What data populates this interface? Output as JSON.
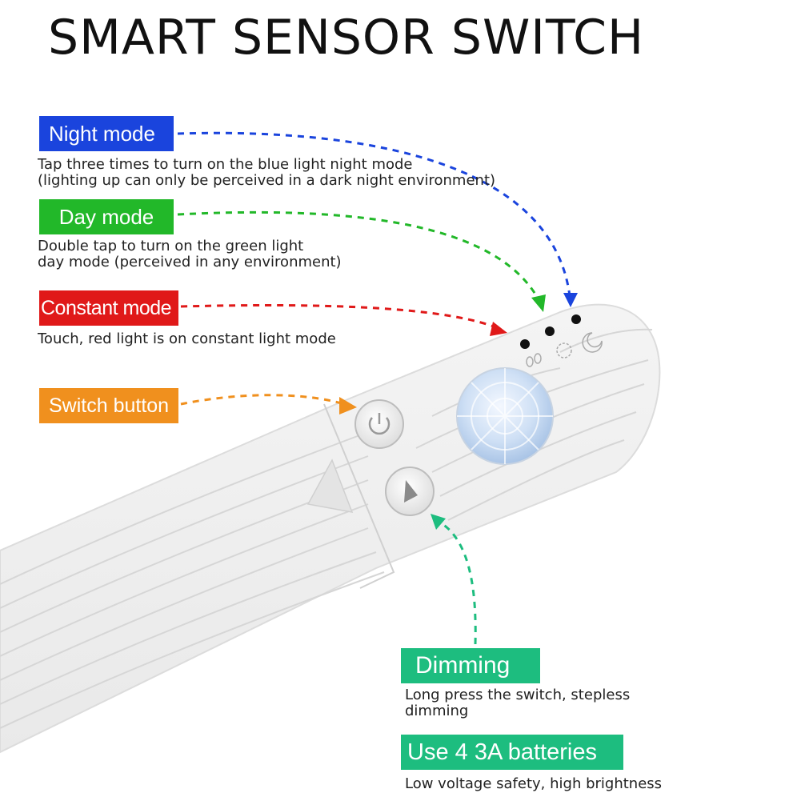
{
  "title": "SMART SENSOR SWITCH",
  "callouts": {
    "night": {
      "label": "Night mode",
      "description": "Tap three times to turn on the blue light night mode\n(lighting up can only be perceived in a dark night environment)",
      "color": "#1a44dd"
    },
    "day": {
      "label": "Day mode",
      "description": "Double tap to turn on the green light\nday mode (perceived in any environment)",
      "color": "#22b829"
    },
    "constant": {
      "label": "Constant mode",
      "description": "Touch, red light is on constant light mode",
      "color": "#e01919"
    },
    "switch": {
      "label": "Switch button",
      "color": "#f0901e"
    },
    "dimming": {
      "label": "Dimming",
      "description": "Long press the switch, stepless\ndimming",
      "color": "#1dbd7f"
    },
    "batteries": {
      "label": "Use 4 3A batteries",
      "description": "Low voltage safety, high brightness",
      "color": "#1dbd7f"
    }
  },
  "icons": [
    "power-icon",
    "triangle-icon",
    "footprints-icon",
    "sun-icon",
    "moon-icon",
    "pir-sensor-icon"
  ]
}
